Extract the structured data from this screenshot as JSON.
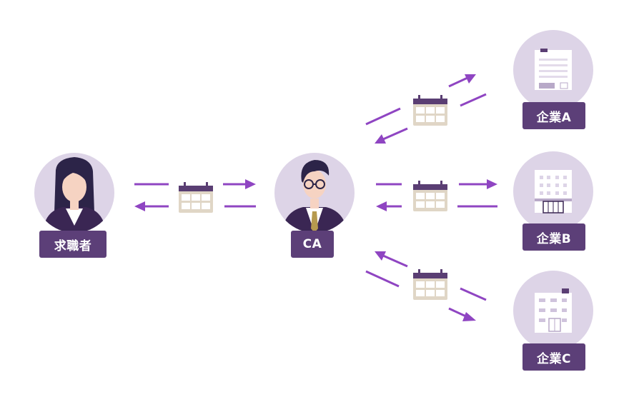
{
  "nodes": {
    "seeker": {
      "label": "求職者"
    },
    "ca": {
      "label": "CA"
    },
    "company_a": {
      "label": "企業A"
    },
    "company_b": {
      "label": "企業B"
    },
    "company_c": {
      "label": "企業C"
    }
  },
  "colors": {
    "arrow": "#8f45c2",
    "label_bg": "#5c3f78",
    "circle_bg": "#ddd4e7",
    "calendar_body": "#e0d6c6",
    "calendar_top": "#5a3e73",
    "calendar_grid": "#ffffff",
    "hair": "#2c2448",
    "suit": "#3a2653",
    "skin": "#f6d3c2"
  },
  "icons": [
    "calendar-icon",
    "person-icon",
    "building-icon"
  ]
}
